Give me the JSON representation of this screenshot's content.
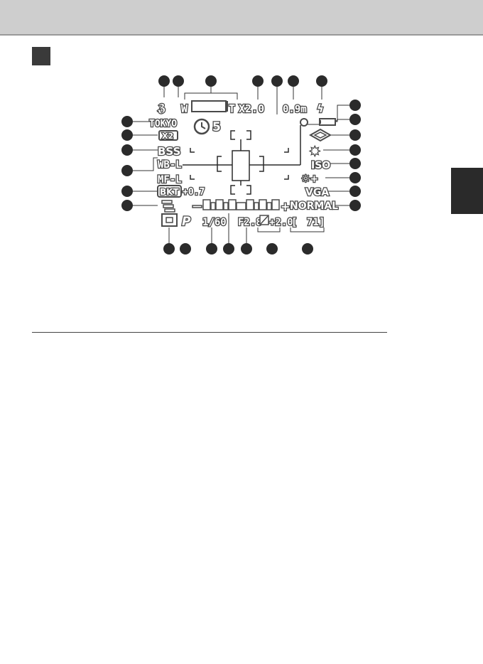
{
  "display": {
    "zoom_wide": "W",
    "zoom_tele": "T",
    "digital_zoom": "X2.0",
    "focus_distance": "0.9m",
    "time_zone": "TOKYO",
    "self_timer_count": "5",
    "converter": "X2",
    "bss": "BSS",
    "wb_lock": "WB-L",
    "mf_lock": "MF-L",
    "bracketing": "BKT",
    "bracket_value": "+0.7",
    "iso": "ISO",
    "image_size": "VGA",
    "image_quality": "NORMAL",
    "exposure_mode": "P",
    "shutter_speed": "1/60",
    "aperture": "F2.8",
    "exposure_comp": "+2.0",
    "frames_remaining": "71"
  },
  "colors": {
    "header": "#cecece",
    "marker": "#2b2b2b",
    "lcd_outline": "#4a4a4a",
    "tab": "#2a2a2a"
  }
}
